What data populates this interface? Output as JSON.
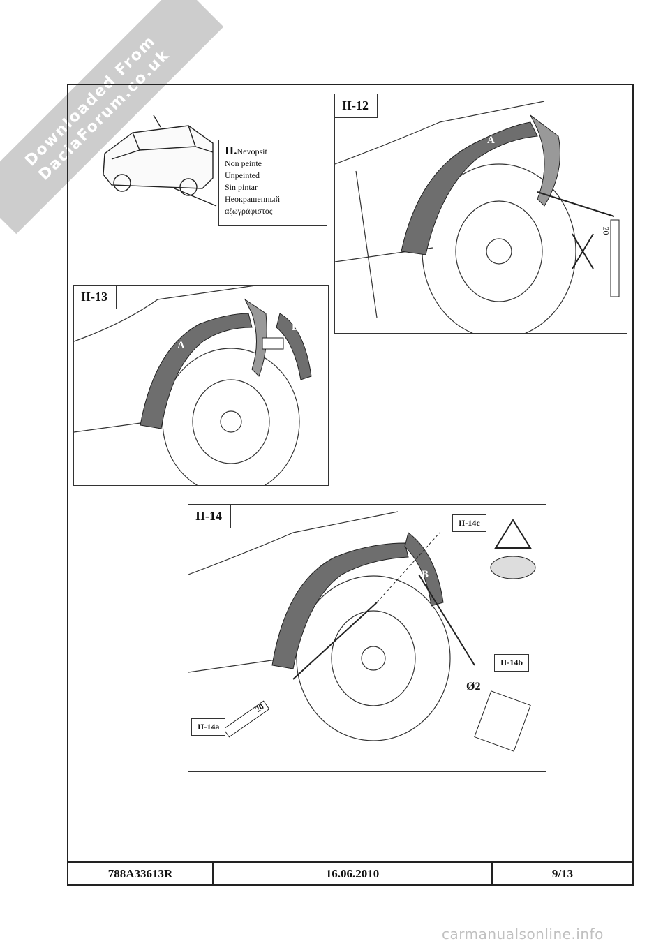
{
  "watermark": {
    "line1": "Downloaded From",
    "line2": "DaciaForum.co.uk"
  },
  "legend": {
    "heading": "II.",
    "lines": [
      "Nevopsit",
      "Non peinté",
      "Unpeinted",
      "Sin pintar",
      "Неокрашенный",
      "αζωγράφιστος"
    ]
  },
  "panels": {
    "p12": {
      "label": "II-12",
      "part_a": "A",
      "screw_size": "20"
    },
    "p13": {
      "label": "II-13",
      "part_a": "A",
      "part_b": "B"
    },
    "p14": {
      "label": "II-14",
      "part_b": "B",
      "sub_a": "II-14a",
      "sub_b": "II-14b",
      "sub_c": "II-14c",
      "drill_size": "Ø2",
      "screw_size": "20"
    }
  },
  "footer": {
    "reference": "788A33613R",
    "date": "16.06.2010",
    "page": "9/13"
  },
  "site_url": "carmanualsonline.info",
  "colors": {
    "trim": "#6e6e6e",
    "line": "#333333",
    "watermark": "#c8c8c8"
  }
}
